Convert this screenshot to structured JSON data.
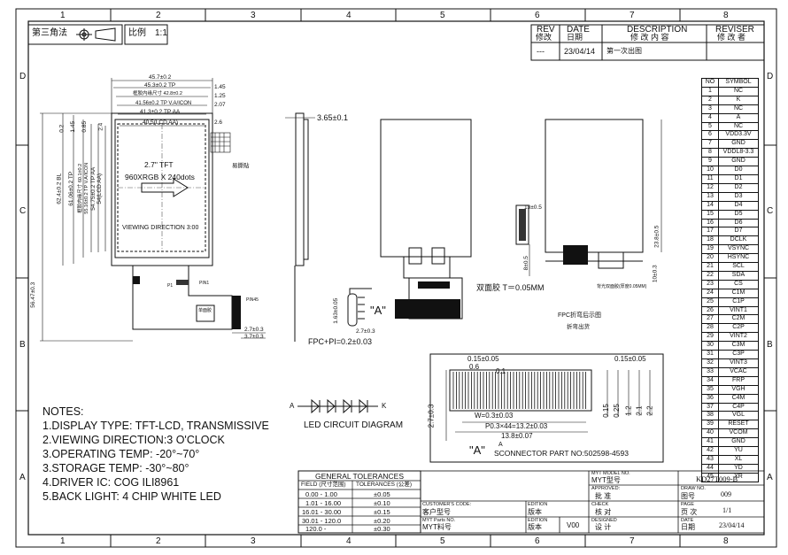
{
  "grid": {
    "cols": [
      "1",
      "2",
      "3",
      "4",
      "5",
      "6",
      "7",
      "8"
    ],
    "rows": [
      "D",
      "C",
      "B",
      "A"
    ]
  },
  "projection": {
    "label": "第三角法",
    "scale_label": "比例",
    "scale_value": "1:1"
  },
  "revision": {
    "headers": {
      "rev": "REV",
      "rev_cn": "修改",
      "date": "DATE",
      "date_cn": "日期",
      "desc": "DESCRIPTION",
      "desc_cn": "修 改 内 容",
      "reviser": "REVISER",
      "reviser_cn": "修 改 者"
    },
    "row": {
      "rev": "---",
      "date": "23/04/14",
      "desc": "第一次出图"
    }
  },
  "front_view": {
    "dims_top": [
      "45.7±0.2",
      "45.3±0.2 TP",
      "框胶内缘尺寸 42.8±0.2",
      "41.56±0.2 TP V.A/ICON",
      "41.3±0.2 TP AA",
      "40.5(LCD AA)"
    ],
    "dims_right": [
      "1.45",
      "1.25",
      "2.07",
      "2.6"
    ],
    "dims_left": [
      "62.4±0.2 BL",
      "61.06±0.2 TP",
      "框胶内缘尺寸 60.1±0.2",
      "55.16±0.2 TP V.A/ICON",
      "54.75±0.2 TP AA",
      "54(LCD AA)",
      "56.47±0.3"
    ],
    "dims_left_small": [
      "0.2",
      "1.45",
      "0.85",
      "2.4"
    ],
    "screen_text": [
      "2.7\" TFT",
      "960XRGB X 240dots",
      "VIEWING DIRECTION 3:00"
    ],
    "label_tag": "易撕贴",
    "bottom_dims": [
      "2.7±0.3",
      "3.7±0.3"
    ],
    "small_labels": [
      "P1",
      "PIN1",
      "PIN45",
      "单面胶"
    ]
  },
  "side_view": {
    "thickness": "3.65±0.1",
    "fpc": "FPC+PI=0.2±0.03",
    "fpc_dim": "1.63±0.05",
    "fpc_dim2": "2.7±0.3"
  },
  "back_view": {
    "tape_label": "双面胶 T＝0.05MM",
    "detail_label": "\"A\""
  },
  "rear_view": {
    "dims": [
      "13±0.5",
      "23.8±0.5",
      "8±0.5",
      "10±0.3"
    ],
    "fpc_title": "FPC折弯后示图",
    "fpc_sub": "折弯出货",
    "fpc_note": "背光双面胶(厚度0.05MM)"
  },
  "led_diagram": {
    "anode": "A",
    "cathode": "K",
    "title": "LED CIRCUIT DIAGRAM"
  },
  "connector": {
    "dims_top": [
      "0.15±0.05",
      "0.6",
      "0.1",
      "0.15±0.05"
    ],
    "dims_mid": [
      "W=0.3±0.03",
      "P0.3×44=13.2±0.03",
      "13.8±0.07"
    ],
    "dims_side": [
      "2.7±0.3",
      "0.15",
      "0.25",
      "1.2",
      "2.1",
      "2.2"
    ],
    "label": "\"A\"",
    "label_sub": "A",
    "part": "SCONNECTOR PART NO:502598-4593"
  },
  "notes": {
    "title": "NOTES:",
    "items": [
      "1.DISPLAY TYPE:  TFT-LCD, TRANSMISSIVE",
      "2.VIEWING DIRECTION:3 O'CLOCK",
      "3.OPERATING TEMP: -20°~70°",
      "3.STORAGE TEMP: -30°~80°",
      "4.DRIVER IC: COG ILI8961",
      "5.BACK LIGHT: 4 CHIP WHITE LED"
    ]
  },
  "tolerances": {
    "title": "GENERAL TOLERANCES",
    "h1": "FIELD (尺寸范围)",
    "h2": "TOLERANCES (公差)",
    "rows": [
      [
        "0.00 - 1.00",
        "±0.05"
      ],
      [
        "1.01 - 16.00",
        "±0.10"
      ],
      [
        "16.01 - 30.00",
        "±0.15"
      ],
      [
        "30.01 - 120.0",
        "±0.20"
      ],
      [
        "120.0 -",
        "±0.30"
      ]
    ]
  },
  "title_block": {
    "customer_code": "CUSTOMER'S CODE:",
    "customer_code_cn": "客户型号",
    "myt_parts": "MYT Parts NO.",
    "myt_parts_cn": "MYT料号",
    "edition": "EDITION",
    "edition_cn": "版本",
    "edition2": "EDITION",
    "edition2_cn": "版本",
    "edition_value": "V00",
    "model_no": "MYT MODEL NO.",
    "model_no_cn": "MYT型号",
    "model_value": "KD27T009-B",
    "approved": "APPROVED:",
    "approved_cn": "批 准",
    "check": "CHECK",
    "check_cn": "核 对",
    "designed": "DESIGNED",
    "designed_cn": "设 计",
    "drawno": "DRAW NO.",
    "drawno_cn": "图号",
    "drawno_value": "009",
    "page": "PAGE",
    "page_cn": "页 次",
    "page_value": "1/1",
    "date": "DATE",
    "date_cn": "日期",
    "date_value": "23/04/14"
  },
  "pins": [
    [
      "NO",
      "SYMBOL"
    ],
    [
      "1",
      "NC"
    ],
    [
      "2",
      "K"
    ],
    [
      "3",
      "NC"
    ],
    [
      "4",
      "A"
    ],
    [
      "5",
      "NC"
    ],
    [
      "6",
      "VDD3.3V"
    ],
    [
      "7",
      "GND"
    ],
    [
      "8",
      "VDDL8-3.3"
    ],
    [
      "9",
      "GND"
    ],
    [
      "10",
      "D0"
    ],
    [
      "11",
      "D1"
    ],
    [
      "12",
      "D2"
    ],
    [
      "13",
      "D3"
    ],
    [
      "14",
      "D4"
    ],
    [
      "15",
      "D5"
    ],
    [
      "16",
      "D6"
    ],
    [
      "17",
      "D7"
    ],
    [
      "18",
      "DCLK"
    ],
    [
      "19",
      "VSYNC"
    ],
    [
      "20",
      "HSYNC"
    ],
    [
      "21",
      "SCL"
    ],
    [
      "22",
      "SDA"
    ],
    [
      "23",
      "CS"
    ],
    [
      "24",
      "C1M"
    ],
    [
      "25",
      "C1P"
    ],
    [
      "26",
      "VINT1"
    ],
    [
      "27",
      "C2M"
    ],
    [
      "28",
      "C2P"
    ],
    [
      "29",
      "VINT2"
    ],
    [
      "30",
      "C3M"
    ],
    [
      "31",
      "C3P"
    ],
    [
      "32",
      "VINT3"
    ],
    [
      "33",
      "VCAC"
    ],
    [
      "34",
      "FRP"
    ],
    [
      "35",
      "VGH"
    ],
    [
      "36",
      "C4M"
    ],
    [
      "37",
      "C4P"
    ],
    [
      "38",
      "VGL"
    ],
    [
      "39",
      "RESET"
    ],
    [
      "40",
      "VCOM"
    ],
    [
      "41",
      "GND"
    ],
    [
      "42",
      "YU"
    ],
    [
      "43",
      "XL"
    ],
    [
      "44",
      "YD"
    ],
    [
      "45",
      "XR"
    ]
  ]
}
